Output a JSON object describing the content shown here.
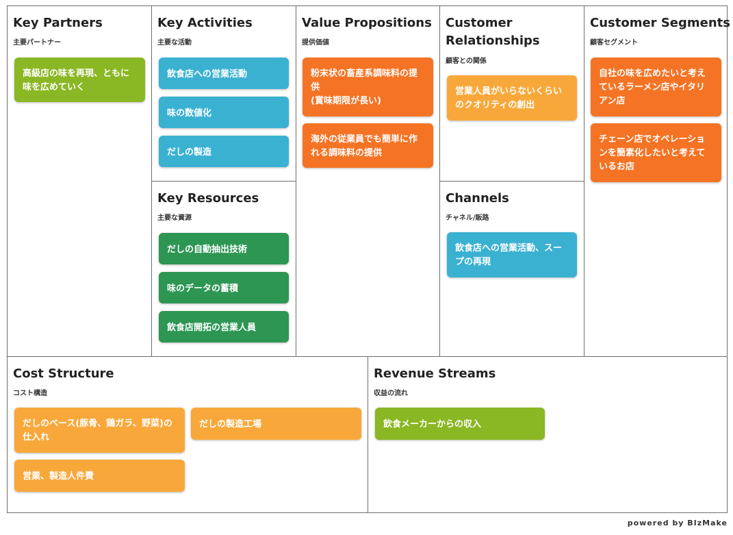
{
  "sections": {
    "key_partners": {
      "title": "Key Partners",
      "sub": "主要パートナー",
      "cards": [
        "高級店の味を再現、ともに味を広めていく"
      ]
    },
    "key_activities": {
      "title": "Key Activities",
      "sub": "主要な活動",
      "cards": [
        "飲食店への営業活動",
        "味の数値化",
        "だしの製造"
      ]
    },
    "key_resources": {
      "title": "Key Resources",
      "sub": "主要な資源",
      "cards": [
        "だしの自動抽出技術",
        "味のデータの蓄積",
        "飲食店開拓の営業人員"
      ]
    },
    "value_propositions": {
      "title": "Value Propositions",
      "sub": "提供価値",
      "cards": [
        "粉末状の畜産系調味料の提供\n(賞味期限が長い)",
        "海外の従業員でも簡単に作れる調味料の提供"
      ]
    },
    "customer_relationships": {
      "title": "Customer Relationships",
      "sub": "顧客との関係",
      "cards": [
        "営業人員がいらないくらいのクオリティの創出"
      ]
    },
    "channels": {
      "title": "Channels",
      "sub": "チャネル/販路",
      "cards": [
        "飲食店への営業活動、スープの再現"
      ]
    },
    "customer_segments": {
      "title": "Customer Segments",
      "sub": "顧客セグメント",
      "cards": [
        "自社の味を広めたいと考えているラーメン店やイタリアン店",
        "チェーン店でオペレーションを簡素化したいと考えているお店"
      ]
    },
    "cost_structure": {
      "title": "Cost Structure",
      "sub": "コスト構造",
      "cards": [
        "だしのベース(豚骨、鶏ガラ、野菜)の仕入れ",
        "だしの製造工場",
        "営業、製造人件費"
      ]
    },
    "revenue_streams": {
      "title": "Revenue Streams",
      "sub": "収益の流れ",
      "cards": [
        "飲食メーカーからの収入"
      ]
    }
  },
  "footer": "powered by BIzMake",
  "colors": {
    "green": "#8ab724",
    "blue": "#3bb1d2",
    "dark_green": "#2d9653",
    "orange": "#f57324",
    "yellow": "#f8a83a",
    "border": "#6d6d6d"
  }
}
